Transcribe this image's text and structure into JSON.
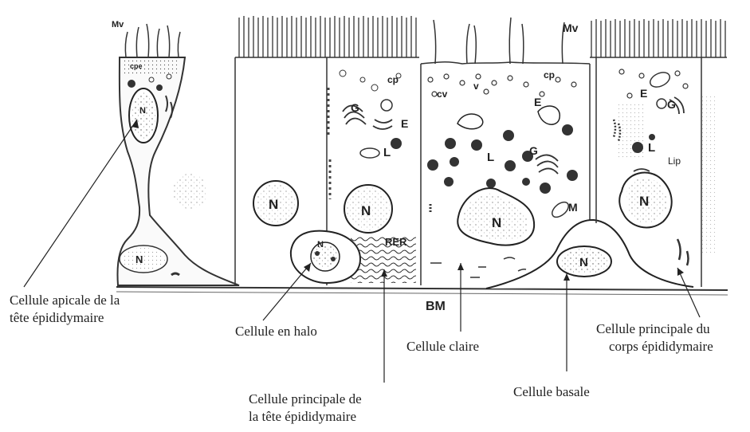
{
  "organelle_labels": {
    "microvilli_left": "Mv",
    "microvilli_right": "Mv",
    "coated_pits_left": "cpe",
    "coated_pits_center": "cp",
    "coated_pits_clear": "cp",
    "coated_vesicles": "cv",
    "vesicles": "v",
    "nucleus": "N",
    "golgi": "G",
    "endosome": "E",
    "lysosome": "L",
    "lipid": "Lip",
    "rer": "RER",
    "mitochondria": "M",
    "basement_membrane": "BM"
  },
  "captions": {
    "apical_cell": [
      "Cellule apicale de la",
      "tête épididymaire"
    ],
    "halo_cell": [
      "Cellule en halo"
    ],
    "principal_head": [
      "Cellule principale de",
      "la tête épididymaire"
    ],
    "clear_cell": [
      "Cellule claire"
    ],
    "basal_cell": [
      "Cellule basale"
    ],
    "principal_body": [
      "Cellule principale du",
      "corps épididymaire"
    ]
  }
}
